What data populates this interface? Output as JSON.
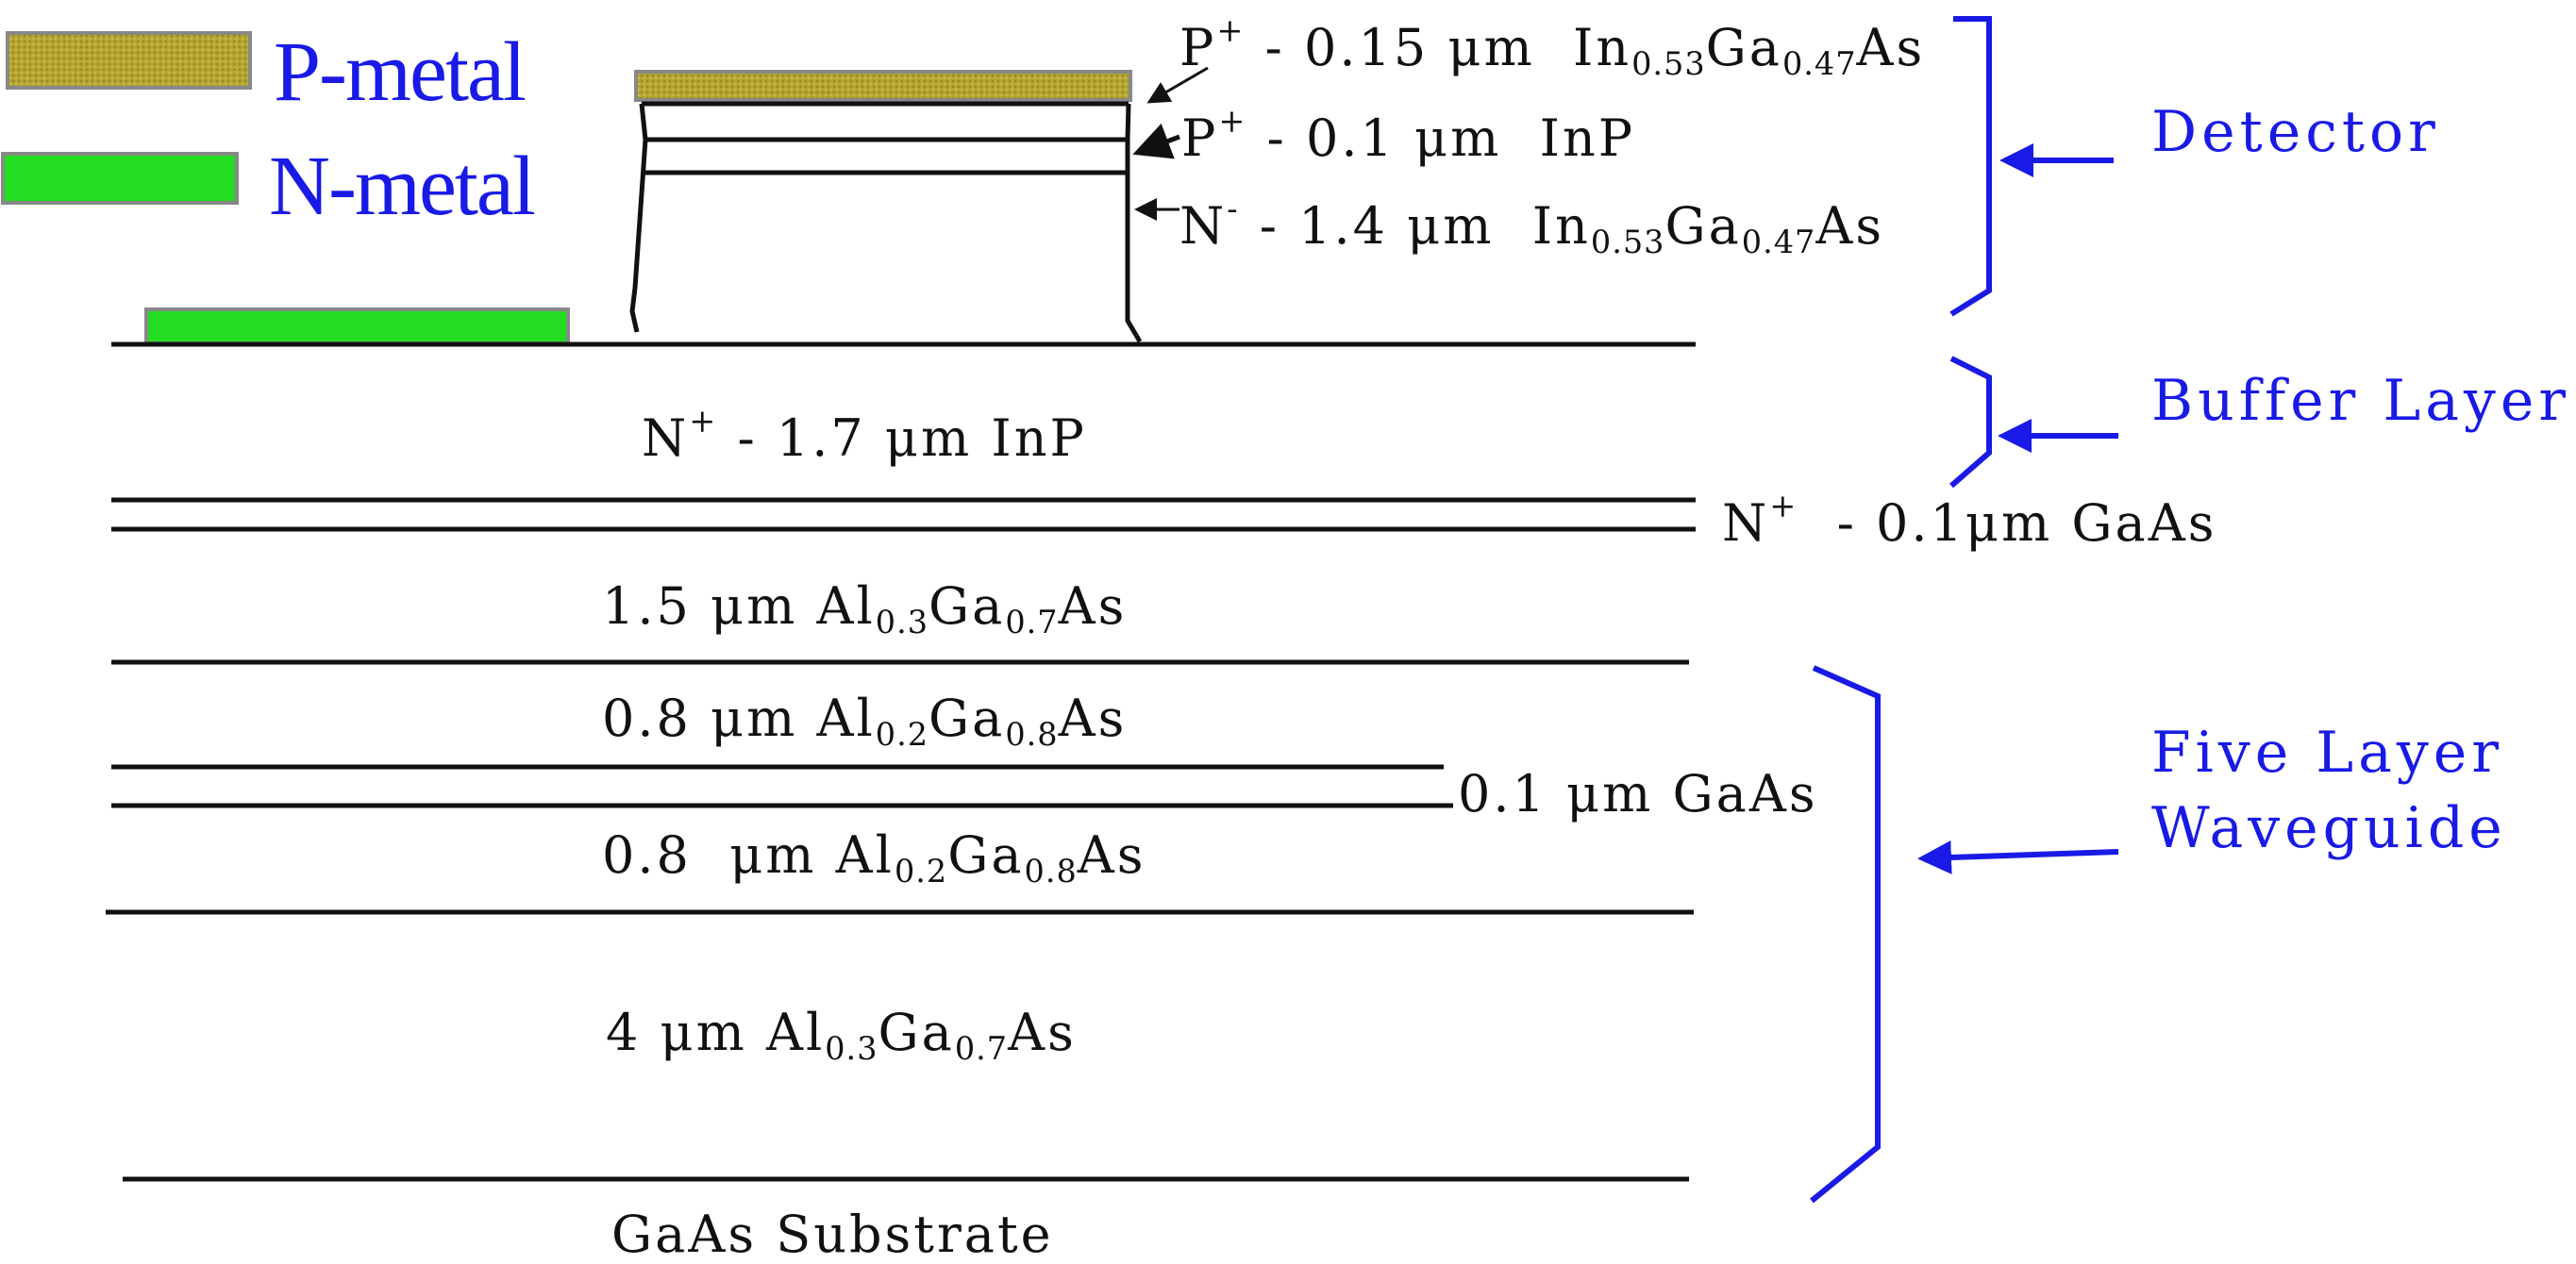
{
  "legend": {
    "p_metal": "P-metal",
    "n_metal": "N-metal",
    "p_metal_color": "#b3a530",
    "n_metal_color": "#22dd22"
  },
  "detector": {
    "p_layer_1": {
      "pre": "P",
      "sup": "+",
      "mid": " - 0.15 μm  In",
      "s1": "0.53",
      "m2": "Ga",
      "s2": "0.47",
      "end": "As"
    },
    "p_layer_2": {
      "pre": "P",
      "sup": "+",
      "mid": " - 0.1 μm  InP"
    },
    "n_layer": {
      "pre": "N",
      "sup": "-",
      "mid": " - 1.4 μm  In",
      "s1": "0.53",
      "m2": "Ga",
      "s2": "0.47",
      "end": "As"
    },
    "label": "Detector"
  },
  "buffer": {
    "n_inp": {
      "pre": "N",
      "sup": "+",
      "mid": " - 1.7 μm InP"
    },
    "n_gaas": {
      "pre": "N",
      "sup": "+",
      "mid": "  - 0.1μm GaAs"
    },
    "label": "Buffer Layer"
  },
  "waveguide": {
    "layer_1": {
      "pre": "1.5 μm Al",
      "s1": "0.3",
      "m2": "Ga",
      "s2": "0.7",
      "end": "As"
    },
    "layer_2": {
      "pre": "0.8 μm Al",
      "s1": "0.2",
      "m2": "Ga",
      "s2": "0.8",
      "end": "As"
    },
    "layer_3": "0.1 μm GaAs",
    "layer_4": {
      "pre": "0.8  μm Al",
      "s1": "0.2",
      "m2": "Ga",
      "s2": "0.8",
      "end": "As"
    },
    "layer_5": {
      "pre": "4 μm Al",
      "s1": "0.3",
      "m2": "Ga",
      "s2": "0.7",
      "end": "As"
    },
    "label_line_1": "Five Layer",
    "label_line_2": "Waveguide"
  },
  "substrate": "GaAs Substrate",
  "colors": {
    "annotation": "#1a1ae6",
    "structure": "#111111"
  }
}
